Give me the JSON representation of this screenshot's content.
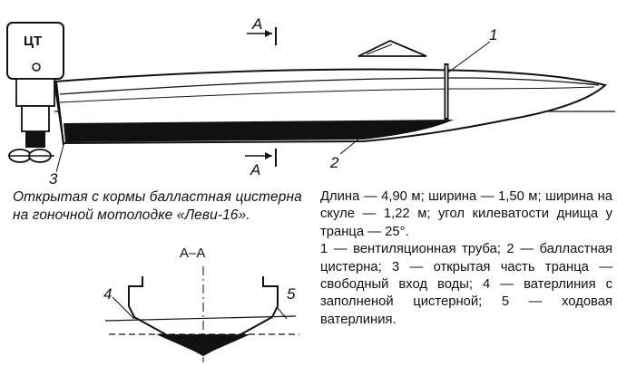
{
  "labels": {
    "motor": "ЦТ",
    "section_a_top": "A",
    "section_a_bottom": "A",
    "callout_1": "1",
    "callout_2": "2",
    "callout_3": "3",
    "callout_4": "4",
    "callout_5": "5",
    "section_title": "А–А"
  },
  "caption": "Открытая с кормы балластная цистерна на гоночной мотолодке «Леви-16».",
  "description": {
    "specs": "Длина — 4,90 м; ширина — 1,50 м; ширина на скуле — 1,22 м; угол килеватости днища у транца — 25°.",
    "legend": "1 — вентиляционная труба; 2 — балластная цистерна; 3 — открытая часть транца — свободный вход воды; 4 — ватерлиния с заполненой цистерной; 5 — ходовая ватерлиния."
  }
}
